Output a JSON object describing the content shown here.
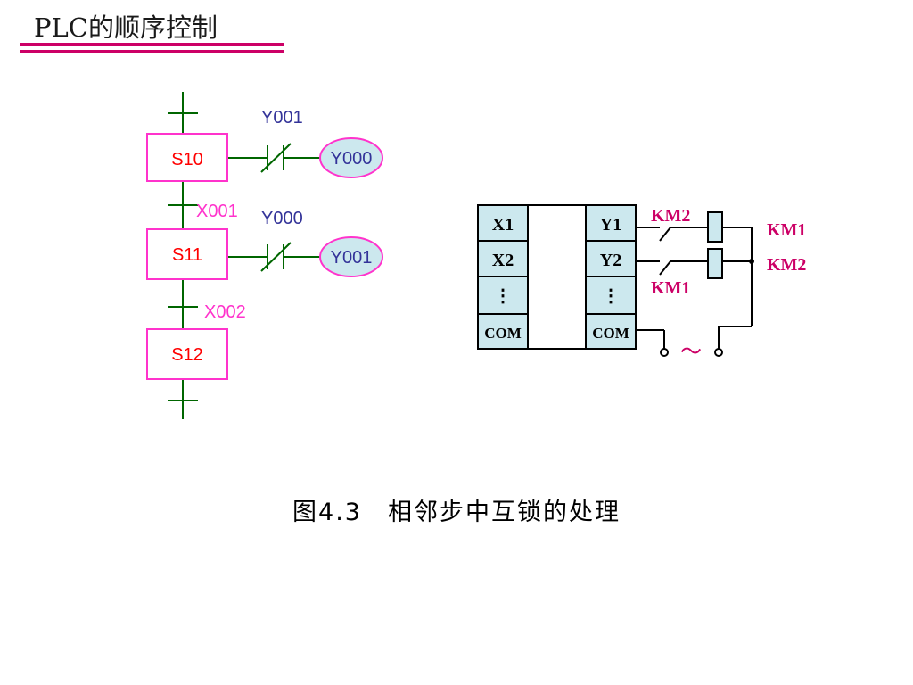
{
  "title": "PLC的顺序控制",
  "caption": "图4.3　相邻步中互锁的处理",
  "sfc": {
    "steps": [
      "S10",
      "S11",
      "S12"
    ],
    "transitions": [
      "X001",
      "X002"
    ],
    "coils": [
      "Y000",
      "Y001"
    ],
    "interlock_contacts": [
      "Y001",
      "Y000"
    ]
  },
  "wiring": {
    "inputs": [
      "X1",
      "X2",
      "⋮",
      "COM"
    ],
    "outputs": [
      "Y1",
      "Y2",
      "⋮",
      "COM"
    ],
    "contact_labels": [
      "KM2",
      "KM1"
    ],
    "coil_labels": [
      "KM1",
      "KM2"
    ],
    "ac_symbol": "～"
  },
  "colors": {
    "accent": "#cc0066",
    "step_border": "#ff33cc",
    "step_text": "#ff0000",
    "transition_text": "#ff33cc",
    "green_line": "#006600",
    "label_blue": "#333399",
    "coil_fill": "#cce8ee",
    "km_text": "#cc0066"
  }
}
